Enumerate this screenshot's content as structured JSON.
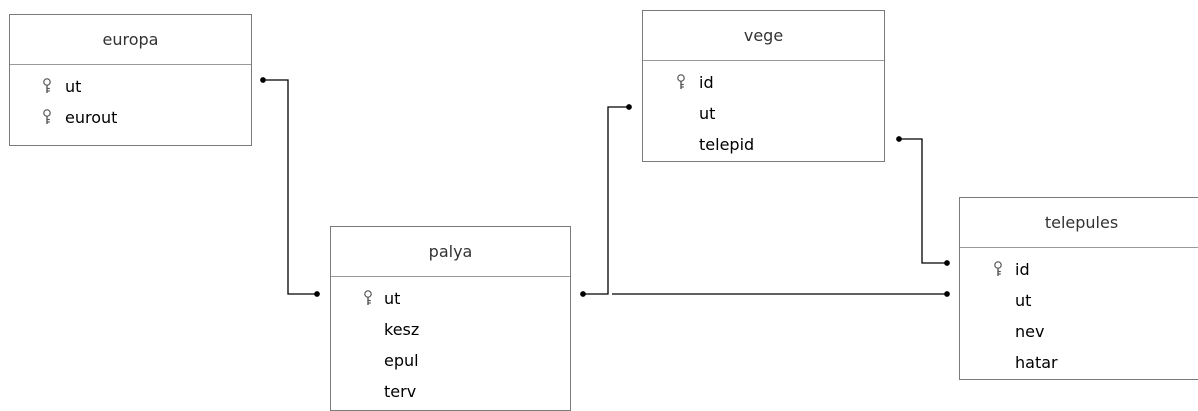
{
  "tables": {
    "europa": {
      "title": "europa",
      "rows": [
        {
          "label": "ut",
          "key": true
        },
        {
          "label": "eurout",
          "key": true
        }
      ]
    },
    "vege": {
      "title": "vege",
      "rows": [
        {
          "label": "id",
          "key": true
        },
        {
          "label": "ut",
          "key": false
        },
        {
          "label": "telepid",
          "key": false
        }
      ]
    },
    "palya": {
      "title": "palya",
      "rows": [
        {
          "label": "ut",
          "key": true
        },
        {
          "label": "kesz",
          "key": false
        },
        {
          "label": "epul",
          "key": false
        },
        {
          "label": "terv",
          "key": false
        }
      ]
    },
    "telepules": {
      "title": "telepules",
      "rows": [
        {
          "label": "id",
          "key": true
        },
        {
          "label": "ut",
          "key": false
        },
        {
          "label": "nev",
          "key": false
        },
        {
          "label": "hatar",
          "key": false
        }
      ]
    }
  },
  "relationships": [
    {
      "from": "europa",
      "to": "palya"
    },
    {
      "from": "palya",
      "to": "vege"
    },
    {
      "from": "palya",
      "to": "telepules"
    },
    {
      "from": "vege",
      "to": "telepules"
    }
  ],
  "colors": {
    "border": "#7a7a7a",
    "line": "#000000",
    "key_icon": "#555555"
  },
  "icons": {
    "primary_key": "key-icon"
  }
}
